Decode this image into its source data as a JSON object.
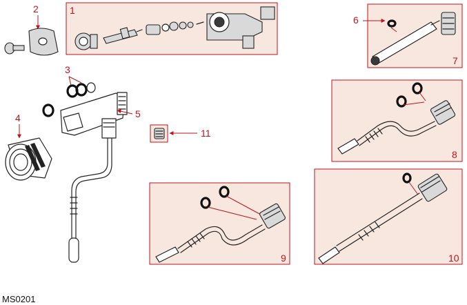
{
  "diagram": {
    "code": "MS0201",
    "callouts": {
      "c1": "1",
      "c2": "2",
      "c3": "3",
      "c4": "4",
      "c5": "5",
      "c6": "6",
      "c7": "7",
      "c8": "8",
      "c9": "9",
      "c10": "10",
      "c11": "11"
    },
    "colors": {
      "accent": "#c0121c",
      "panel_fill": "#f7e7df",
      "line": "#222222"
    }
  }
}
